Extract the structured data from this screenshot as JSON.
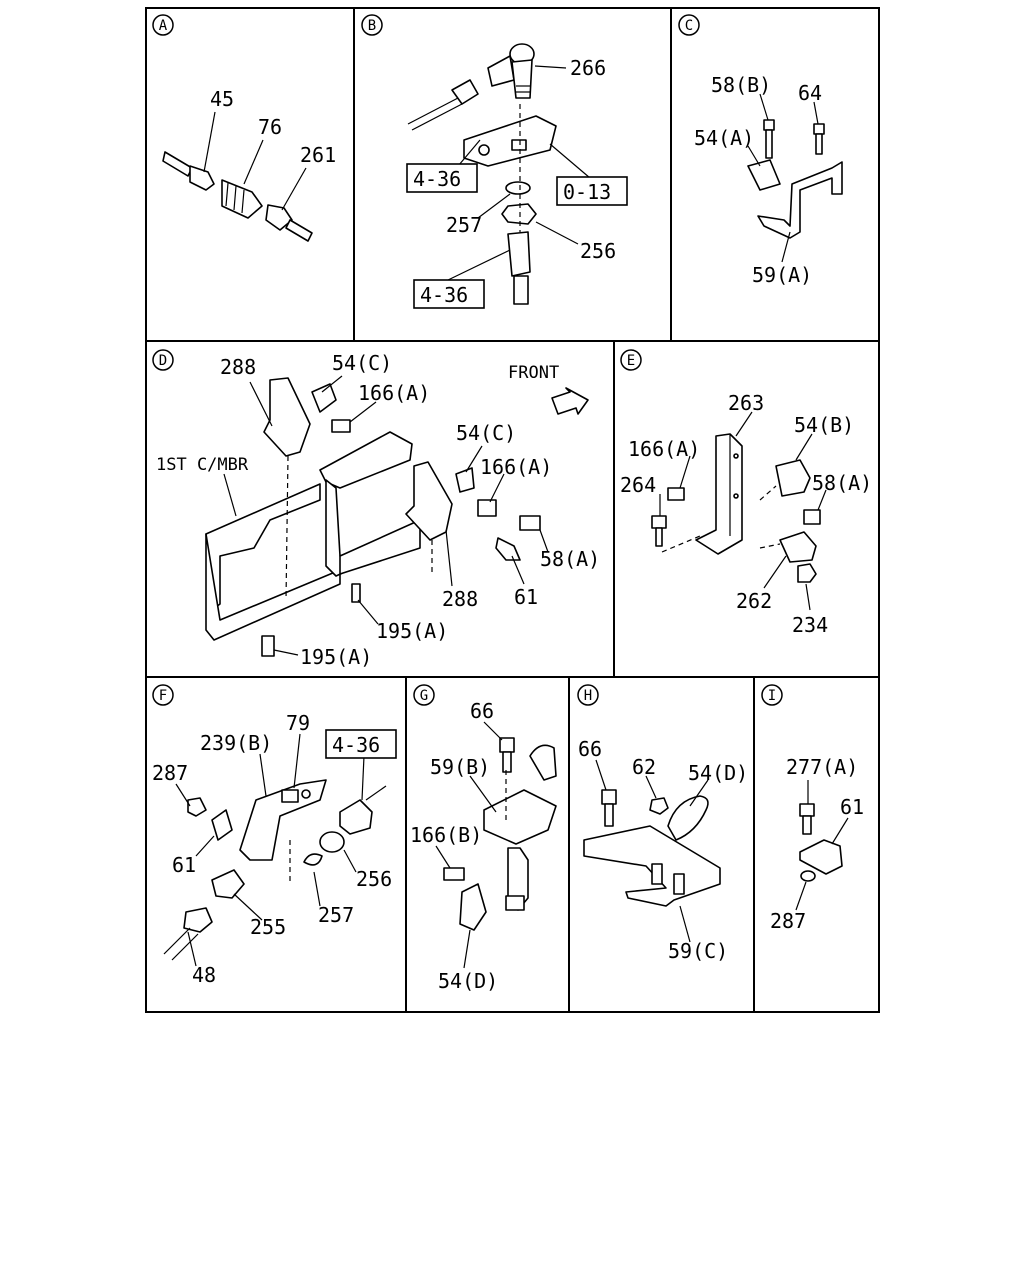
{
  "panels": {
    "A": {
      "letter": "A",
      "labels": [
        "45",
        "76",
        "261"
      ]
    },
    "B": {
      "letter": "B",
      "labels": [
        "266",
        "4-36",
        "0-13",
        "257",
        "256",
        "4-36"
      ]
    },
    "C": {
      "letter": "C",
      "labels": [
        "58(B)",
        "64",
        "54(A)",
        "59(A)"
      ]
    },
    "D": {
      "letter": "D",
      "labels": [
        "288",
        "54(C)",
        "166(A)",
        "FRONT",
        "1ST C/MBR",
        "54(C)",
        "166(A)",
        "58(A)",
        "288",
        "61",
        "195(A)",
        "195(A)"
      ]
    },
    "E": {
      "letter": "E",
      "labels": [
        "263",
        "166(A)",
        "54(B)",
        "264",
        "58(A)",
        "262",
        "234"
      ]
    },
    "F": {
      "letter": "F",
      "labels": [
        "79",
        "239(B)",
        "4-36",
        "287",
        "61",
        "256",
        "257",
        "255",
        "48"
      ]
    },
    "G": {
      "letter": "G",
      "labels": [
        "66",
        "59(B)",
        "166(B)",
        "54(D)"
      ]
    },
    "H": {
      "letter": "H",
      "labels": [
        "66",
        "62",
        "54(D)",
        "59(C)"
      ]
    },
    "I": {
      "letter": "I",
      "labels": [
        "277(A)",
        "61",
        "287"
      ]
    }
  }
}
